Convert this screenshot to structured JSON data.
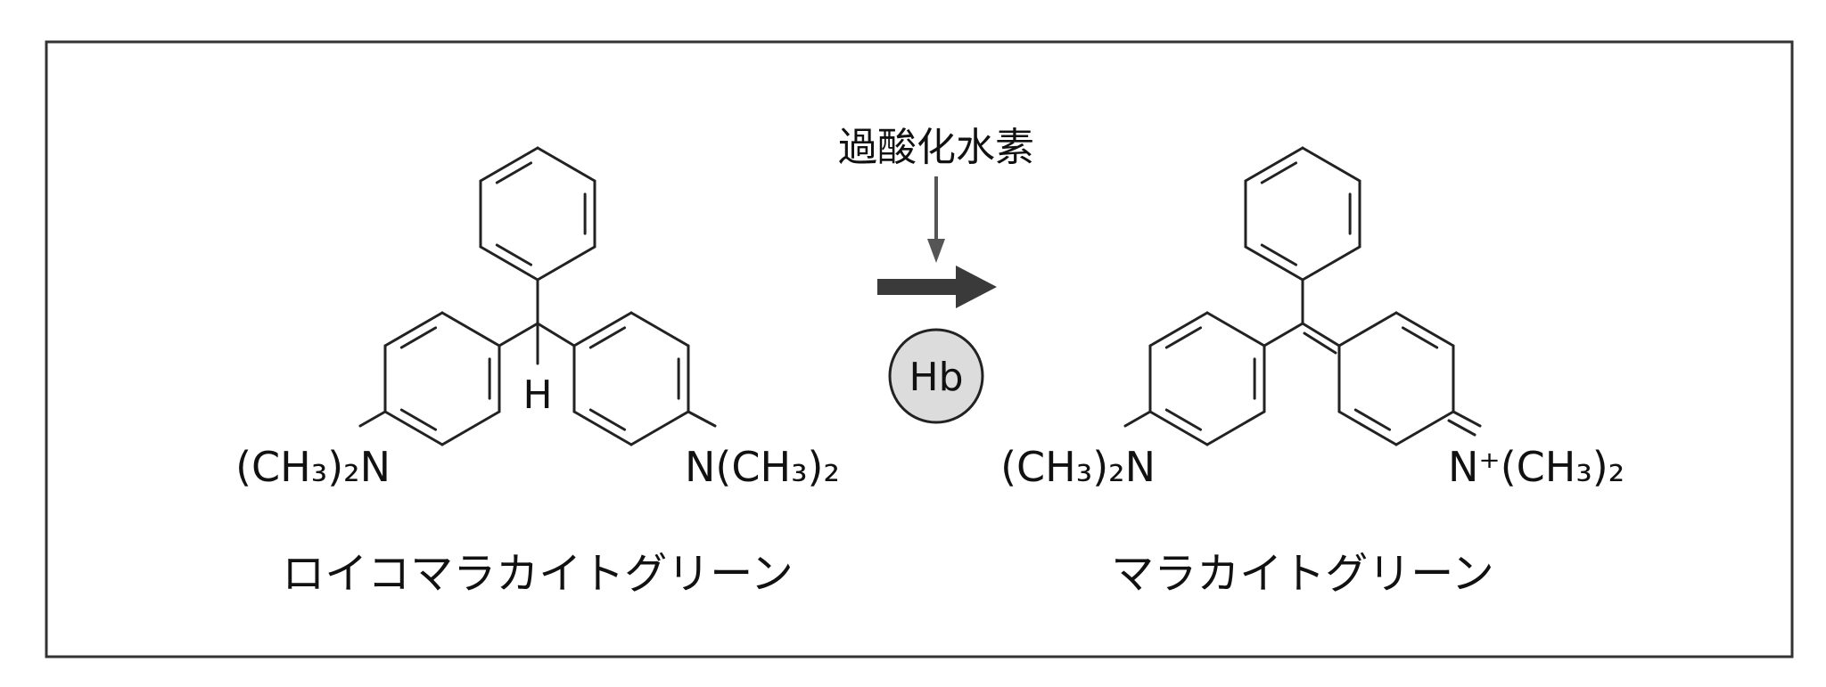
{
  "reagent": "過酸化水素",
  "catalyst": "Hb",
  "reactant": {
    "name": "ロイコマラカイトグリーン",
    "left_group": "(CH₃)₂N",
    "right_group": "N(CH₃)₂",
    "central_h": "H"
  },
  "product": {
    "name": "マラカイトグリーン",
    "left_group": "(CH₃)₂N",
    "right_group": "N⁺(CH₃)₂"
  },
  "colors": {
    "line": "#222222",
    "catalyst_fill": "#dcdcdc",
    "arrow": "#3a3a3a"
  }
}
